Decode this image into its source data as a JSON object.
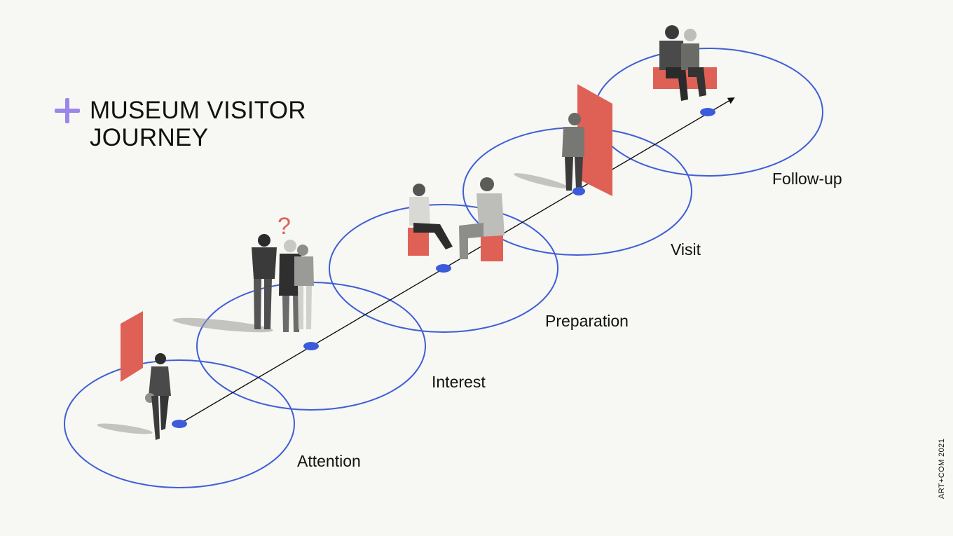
{
  "header": {
    "title_line1": "MUSEUM VISITOR",
    "title_line2": "JOURNEY"
  },
  "credit": "ART+COM 2021",
  "question_mark": "?",
  "colors": {
    "circle": "#3f5fd6",
    "dot": "#3b5bdb",
    "accent": "#df6156",
    "plus": "#9b86ec"
  },
  "stages": [
    {
      "label": "Attention"
    },
    {
      "label": "Interest"
    },
    {
      "label": "Preparation"
    },
    {
      "label": "Visit"
    },
    {
      "label": "Follow-up"
    }
  ]
}
